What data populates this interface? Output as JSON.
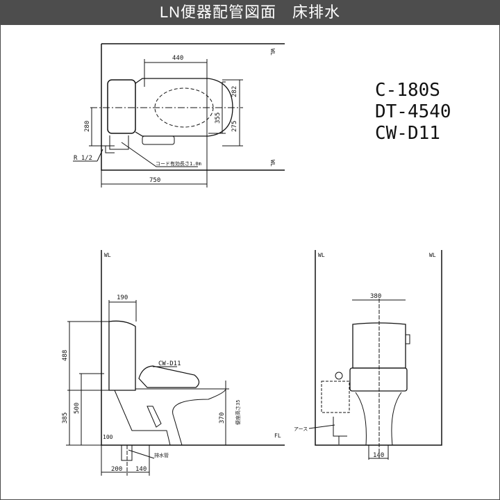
{
  "title": "LN便器配管図面　床排水",
  "models": [
    "C-180S",
    "DT-4540",
    "CW-D11"
  ],
  "plan": {
    "dim_width": "440",
    "dim_282": "282",
    "dim_355": "355",
    "dim_275": "275",
    "dim_280": "280",
    "dim_750": "750",
    "pipe": "R 1/2",
    "cord": "コード有効長さ1.0m",
    "wl_top": "WL",
    "wl_bottom": "WL"
  },
  "side": {
    "wl": "WL",
    "fl": "FL",
    "dim_190": "190",
    "dim_488": "488",
    "dim_500": "500",
    "dim_385": "385",
    "dim_370": "370",
    "dim_100": "100",
    "dim_200": "200",
    "dim_140": "140",
    "seat_label": "CW-D11",
    "seat_thickness": "便座高さ35",
    "drain": "排水管"
  },
  "front": {
    "wl_left": "WL",
    "wl_right": "WL",
    "dim_380": "380",
    "dim_140": "140",
    "earth": "アース"
  }
}
